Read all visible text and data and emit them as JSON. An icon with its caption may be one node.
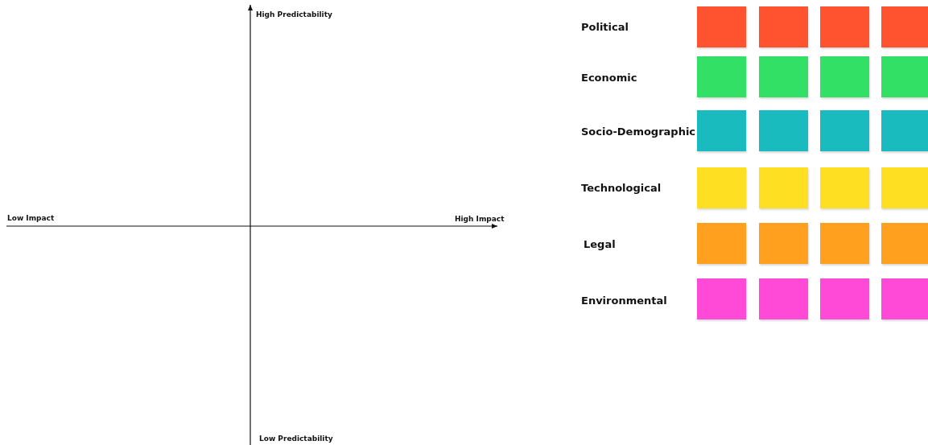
{
  "diagram": {
    "nodes": [
      {
        "text": [],
        "shape": "box"
      },
      {
        "text": [],
        "shape": "box"
      },
      {
        "text": [],
        "shape": "box"
      },
      {
        "text": [],
        "shape": "box"
      },
      {
        "text": [],
        "shape": "box"
      },
      {
        "text": [],
        "shape": "box"
      },
      {
        "text": [],
        "shape": "box"
      },
      {
        "text": [],
        "shape": "box"
      },
      {
        "text": [],
        "shape": "box"
      },
      {
        "text": [],
        "shape": "box"
      },
      {
        "text": [],
        "shape": "box"
      },
      {
        "text": [],
        "shape": "box"
      },
      {
        "text": [],
        "shape": "box"
      },
      {
        "text": [],
        "shape": "box"
      },
      {
        "text": [],
        "shape": "box"
      },
      {
        "text": [],
        "shape": "box"
      },
      {
        "text": [],
        "shape": "box"
      },
      {
        "text": [],
        "shape": "box"
      },
      {
        "text": [],
        "shape": "box"
      },
      {
        "text": [],
        "shape": "box"
      },
      {
        "text": [],
        "shape": "box"
      },
      {
        "text": [],
        "shape": "box"
      },
      {
        "text": [],
        "shape": "box"
      },
      {
        "text": [],
        "shape": "box"
      }
    ],
    "edges": [],
    "labels": [
      "High Predictability",
      "Political",
      "Economic",
      "Socio-Demographic",
      "Technological",
      "Low Impact",
      "High Impact",
      "Legal",
      "Environmental",
      "Low Predictability"
    ]
  }
}
